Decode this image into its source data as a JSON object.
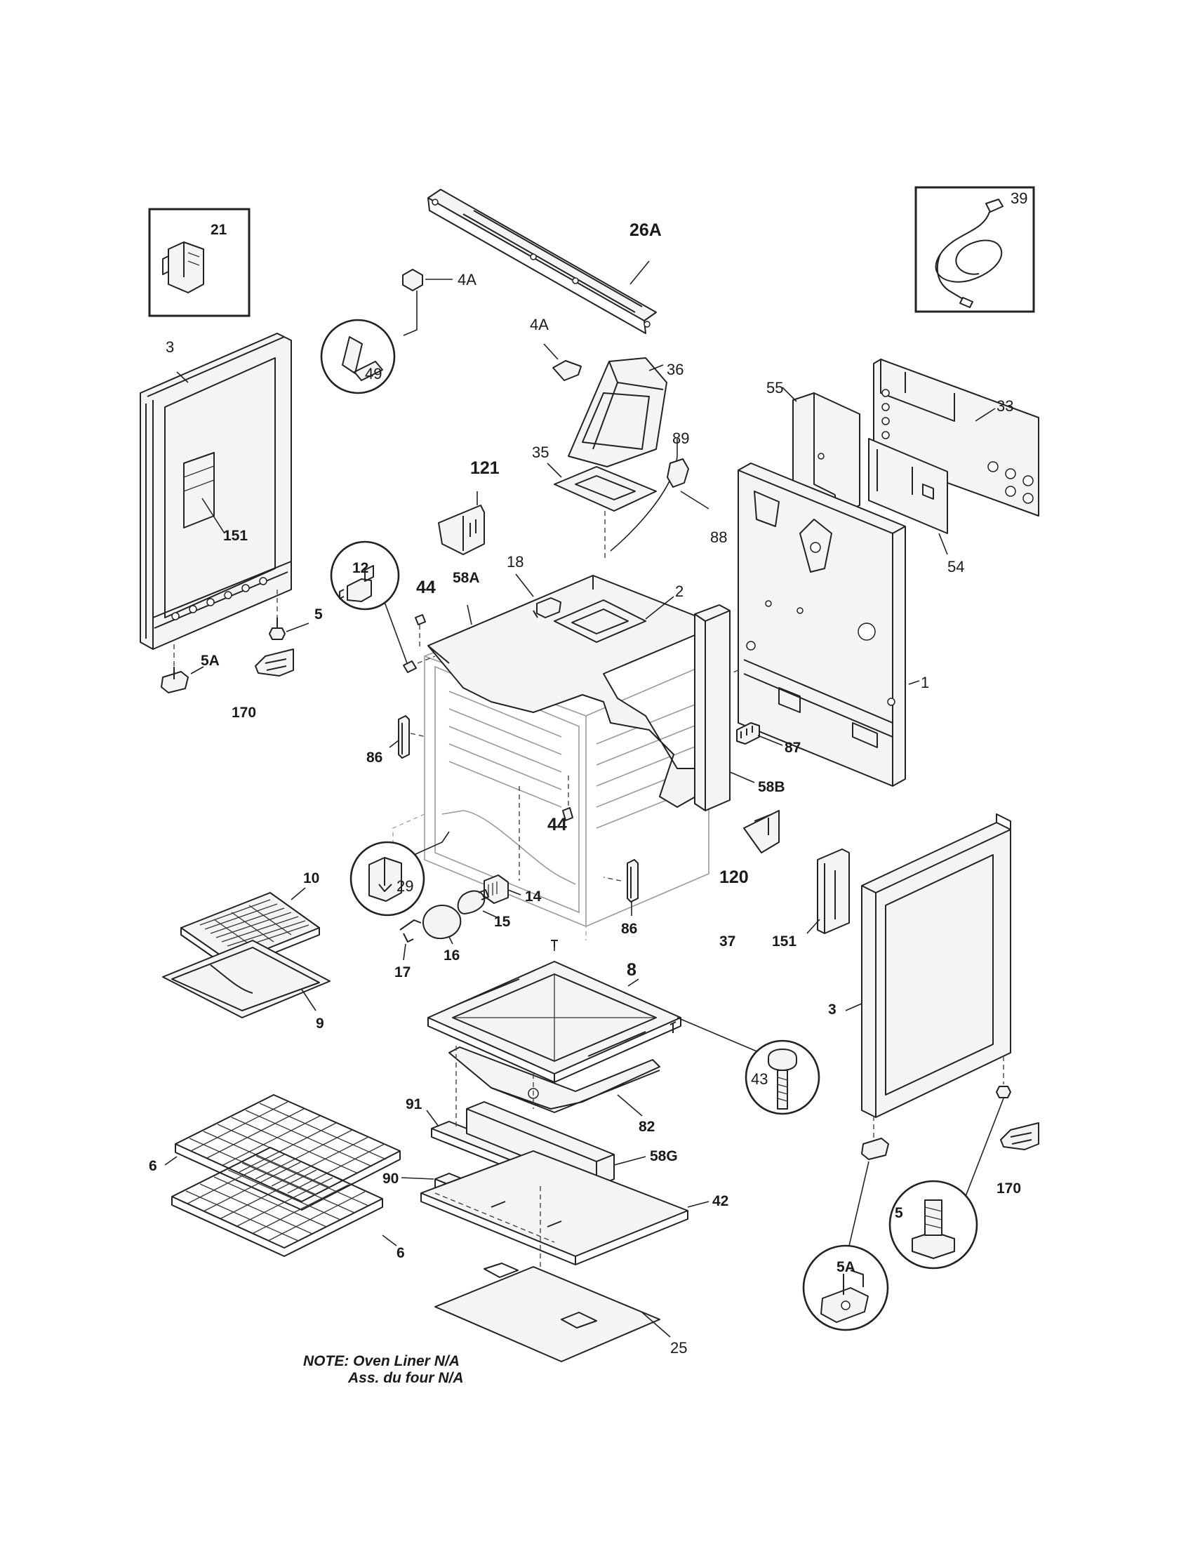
{
  "callouts": {
    "c21": "21",
    "c3_left": "3",
    "c151_left": "151",
    "c5_left": "5",
    "c5a_left": "5A",
    "c170_left": "170",
    "c4a_top": "4A",
    "c49": "49",
    "c26a": "26A",
    "c4a_mid": "4A",
    "c36": "36",
    "c35": "35",
    "c89": "89",
    "c88": "88",
    "c121": "121",
    "c39": "39",
    "c55": "55",
    "c33": "33",
    "c54": "54",
    "c1": "1",
    "c12": "12",
    "c44_top": "44",
    "c58a": "58A",
    "c18": "18",
    "c2": "2",
    "c87": "87",
    "c58b": "58B",
    "c86_left": "86",
    "c44_bot": "44",
    "c120": "120",
    "c29": "29",
    "c14": "14",
    "c15": "15",
    "c16": "16",
    "c17": "17",
    "c86_right": "86",
    "c37": "37",
    "c151_right": "151",
    "c10": "10",
    "c9": "9",
    "c8": "8",
    "c43": "43",
    "c3_right": "3",
    "c91": "91",
    "c82": "82",
    "c58g": "58G",
    "c90": "90",
    "c42": "42",
    "c6_top": "6",
    "c6_bot": "6",
    "c25": "25",
    "c170_right": "170",
    "c5_circle": "5",
    "c5a_circle": "5A"
  },
  "note": {
    "line1": "NOTE: Oven Liner N/A",
    "line2": "Ass. du four N/A"
  }
}
